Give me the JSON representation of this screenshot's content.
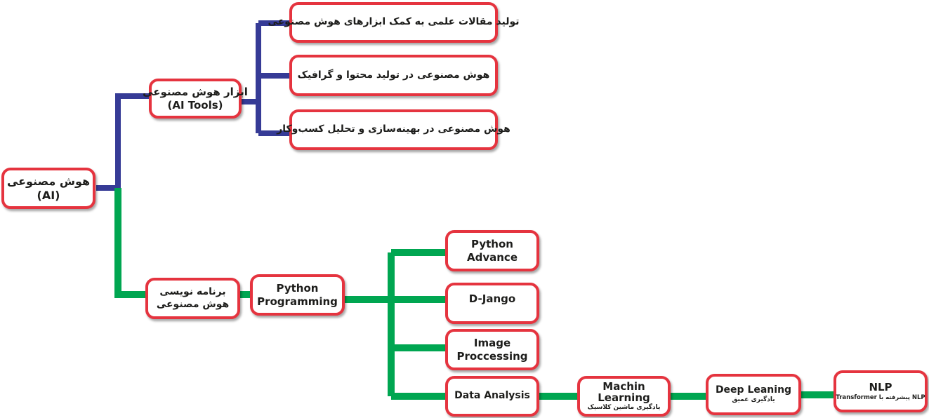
{
  "colors": {
    "node_border": "#e5343f",
    "ai_tools_branch": "#363b96",
    "programming_branch": "#00a651",
    "text": "#1d1d1b"
  },
  "nodes": {
    "root": {
      "line1": "هوش مصنوعی",
      "line2": "(AI)"
    },
    "ai_tools": {
      "line1": "ابزار هوش مصنوعی",
      "line2": "(AI Tools)"
    },
    "tool_articles": {
      "line1": "تولید مقالات علمی به کمک ابزارهای هوش مصنوعی"
    },
    "tool_content": {
      "line1": "هوش مصنوعی در تولید محتوا و گرافیک"
    },
    "tool_business": {
      "line1": "هوش مصنوعی در بهینه‌سازی و تحلیل کسب‌وکار"
    },
    "ai_programming": {
      "line1": "برنامه نویسی",
      "line2": "هوش مصنوعی"
    },
    "python_programming": {
      "line1": "Python",
      "line2": "Programming"
    },
    "python_advance": {
      "line1": "Python",
      "line2": "Advance"
    },
    "django": {
      "line1": "D-Jango"
    },
    "image_processing": {
      "line1": "Image",
      "line2": "Proccessing"
    },
    "data_analysis": {
      "line1": "Data Analysis"
    },
    "machine_learning": {
      "line1": "Machin",
      "line2": "Learning",
      "line3": "یادگیری ماشین کلاسیک"
    },
    "deep_learning": {
      "line1": "Deep Leaning",
      "line2": "یادگیری عمیق"
    },
    "nlp": {
      "line1": "NLP",
      "line2": "NLP  پیشرفته با Transformer"
    }
  }
}
